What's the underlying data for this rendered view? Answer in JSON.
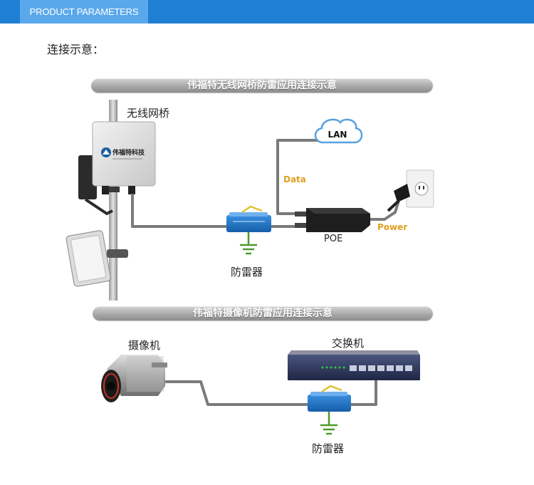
{
  "header": {
    "tab_label": "PRODUCT PARAMETERS"
  },
  "intro": "连接示意：",
  "section1": {
    "title": "伟福特无线网桥防雷应用连接示意",
    "bridge_label": "无线网桥",
    "bridge_brand": "伟福特科技",
    "lan_label": "LAN",
    "data_label": "Data",
    "power_label": "Power",
    "poe_label": "POE",
    "arrester_label": "防雷器"
  },
  "section2": {
    "title": "伟福特摄像机防雷应用连接示意",
    "camera_label": "摄像机",
    "switch_label": "交换机",
    "arrester_label": "防雷器"
  },
  "colors": {
    "header_bar": "#1f7fd4",
    "header_tab": "#5aa8ec",
    "arrester": "#1e73c8",
    "accent_orange": "#e0a020",
    "cable": "#7a7a7a"
  },
  "icons": [
    "lan-cloud-icon",
    "wall-outlet-icon",
    "ground-symbol-icon",
    "cctv-camera-icon",
    "network-switch-icon",
    "surge-arrester-icon",
    "poe-injector-icon",
    "wireless-bridge-icon",
    "panel-antenna-icon"
  ]
}
